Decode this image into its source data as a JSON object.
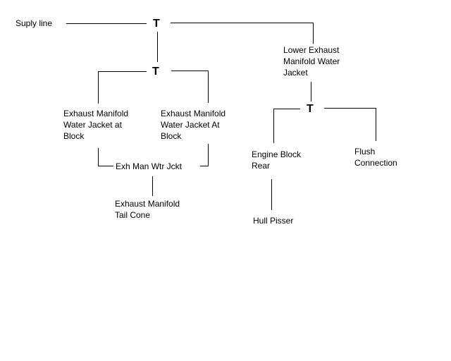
{
  "colors": {
    "background": "#ffffff",
    "ink": "#000000"
  },
  "tees": {
    "top": "T",
    "left": "T",
    "right": "T"
  },
  "labels": {
    "supply_line": "Suply line",
    "lower_exhaust": "Lower Exhaust\nManifold Water\nJacket",
    "exh_left": "Exhaust Manifold\nWater Jacket at\nBlock",
    "exh_right": "Exhaust Manifold\nWater Jacket At\nBlock",
    "exh_joined": "Exh Man Wtr Jckt",
    "tail_cone": "Exhaust Manifold\nTail Cone",
    "engine_block": "Engine Block\nRear",
    "flush": "Flush\nConnection",
    "hull_pisser": "Hull Pisser"
  }
}
